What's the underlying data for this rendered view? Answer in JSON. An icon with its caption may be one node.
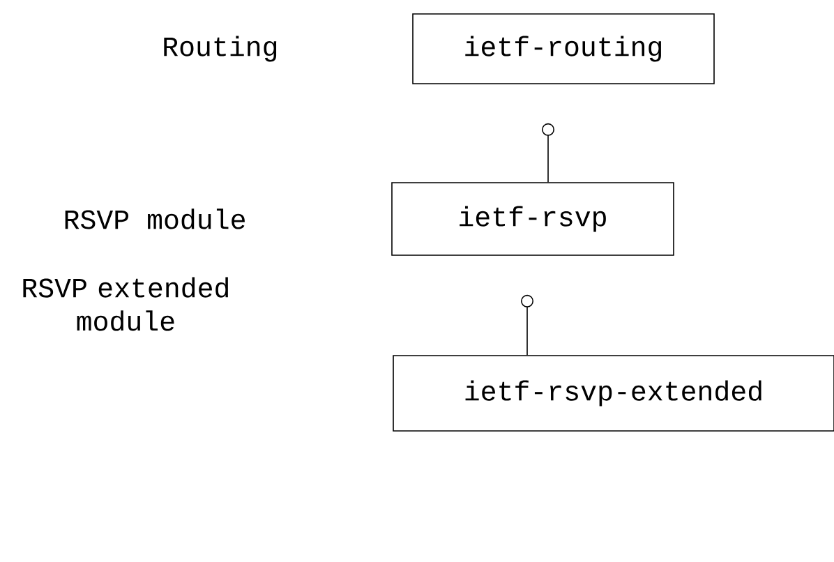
{
  "diagram": {
    "nodes": [
      {
        "text": [
          "ietf-routing"
        ]
      },
      {
        "text": [
          "ietf-rsvp"
        ]
      },
      {
        "text": [
          "ietf-rsvp-extended"
        ]
      }
    ],
    "edges": [
      {
        "from": 1,
        "to": 0,
        "arrow": "other"
      },
      {
        "from": 2,
        "to": 1,
        "arrow": "other"
      }
    ],
    "labels": [
      "Routing",
      "RSVP module",
      "RSVP extended module"
    ]
  }
}
